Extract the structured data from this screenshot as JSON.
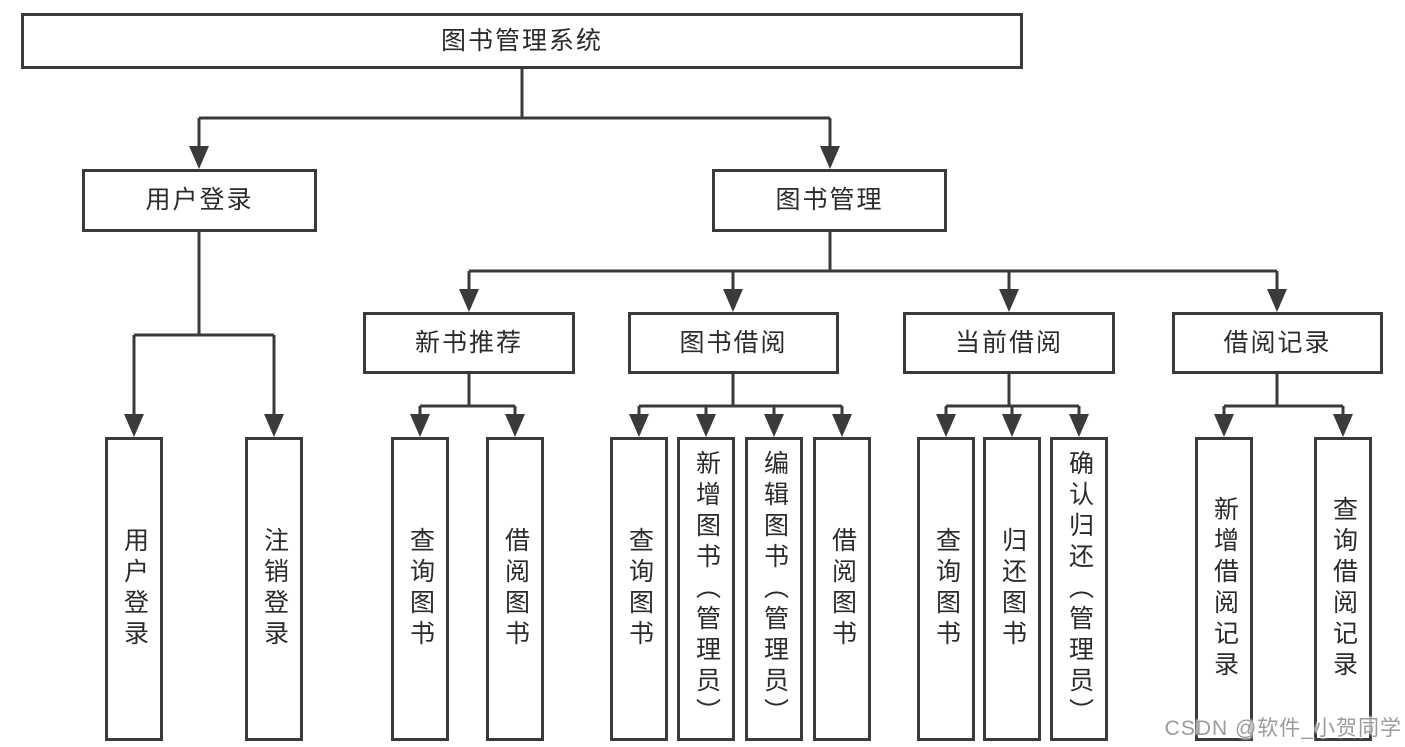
{
  "diagram": {
    "title": "图书管理系统",
    "level2": [
      {
        "label": "用户登录"
      },
      {
        "label": "图书管理"
      }
    ],
    "level3": [
      {
        "label": "新书推荐"
      },
      {
        "label": "图书借阅"
      },
      {
        "label": "当前借阅"
      },
      {
        "label": "借阅记录"
      }
    ],
    "leaves": {
      "userLogin": [
        "用户登录",
        "注销登录"
      ],
      "newBooks": [
        "查询图书",
        "借阅图书"
      ],
      "bookBorrow": [
        "查询图书",
        "新增图书（管理员）",
        "编辑图书（管理员）",
        "借阅图书"
      ],
      "currentBorrow": [
        "查询图书",
        "归还图书",
        "确认归还（管理员）"
      ],
      "borrowRecords": [
        "新增借阅记录",
        "查询借阅记录"
      ]
    }
  },
  "watermark": {
    "text": "CSDN @软件_小贺同学"
  },
  "colors": {
    "line": "#3a3a3a",
    "text": "#2b2b2b",
    "watermark": "#9b9b9b",
    "background": "#ffffff"
  }
}
